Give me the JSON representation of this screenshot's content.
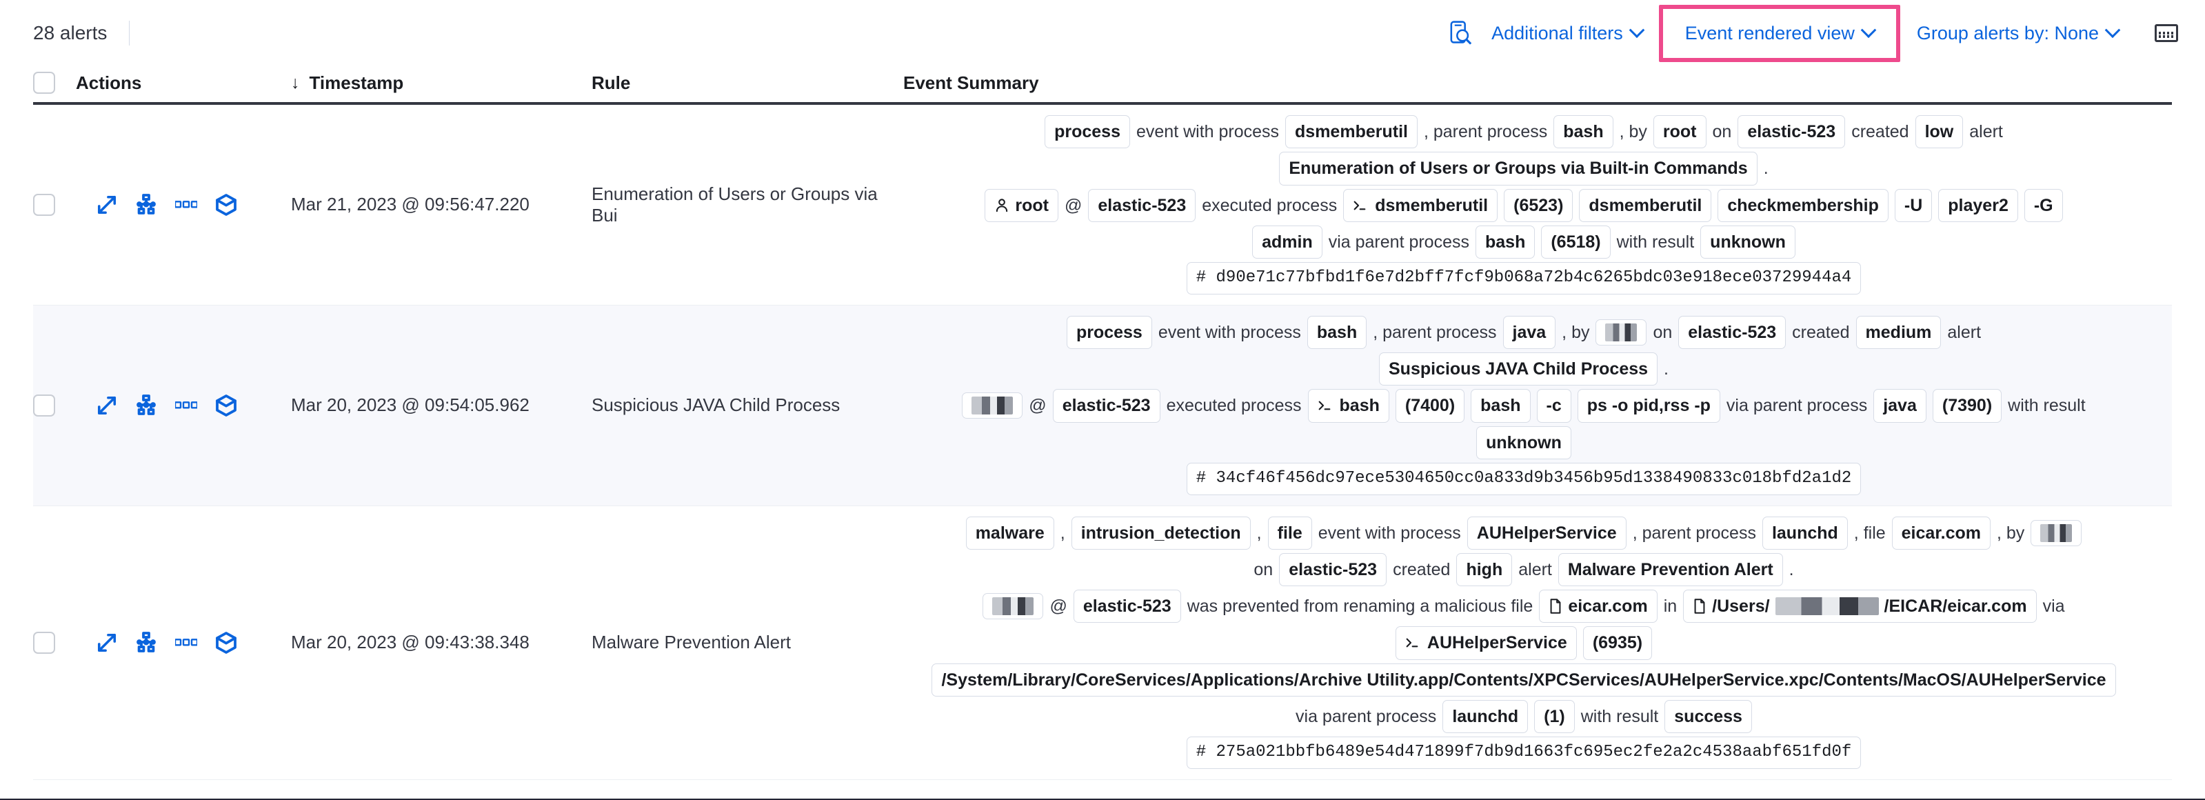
{
  "toolbar": {
    "alert_count": "28 alerts",
    "inspect_icon": "inspect-search-icon",
    "additional_filters": "Additional filters",
    "event_rendered_view": "Event rendered view",
    "group_alerts_by": "Group alerts by: None",
    "keyboard_icon": "keyboard-icon",
    "highlight_color": "#ee4a8c",
    "link_color": "#0b64dd"
  },
  "table": {
    "columns": {
      "actions": "Actions",
      "timestamp": "Timestamp",
      "rule": "Rule",
      "event_summary": "Event Summary",
      "sort_arrow": "↓"
    },
    "row_actions": [
      "expand-icon",
      "analyze-event-icon",
      "more-actions-icon",
      "session-view-icon"
    ],
    "rows": [
      {
        "timestamp": "Mar 21, 2023 @ 09:56:47.220",
        "rule": "Enumeration of Users or Groups via Bui",
        "striped": false,
        "summary_lines": [
          [
            {
              "t": "chip",
              "v": "process"
            },
            {
              "t": "txt",
              "v": "event with process"
            },
            {
              "t": "chip",
              "v": "dsmemberutil"
            },
            {
              "t": "txt",
              "v": ", parent process"
            },
            {
              "t": "chip",
              "v": "bash"
            },
            {
              "t": "txt",
              "v": ", by"
            },
            {
              "t": "chip",
              "v": "root"
            },
            {
              "t": "txt",
              "v": "on"
            },
            {
              "t": "chip",
              "v": "elastic-523"
            },
            {
              "t": "txt",
              "v": "created"
            },
            {
              "t": "chip",
              "v": "low"
            },
            {
              "t": "txt",
              "v": "alert"
            }
          ],
          [
            {
              "t": "chip",
              "v": "Enumeration of Users or Groups via Built-in Commands"
            },
            {
              "t": "txt",
              "v": "."
            }
          ],
          [
            {
              "t": "chip-user",
              "v": "root"
            },
            {
              "t": "txt",
              "v": "@"
            },
            {
              "t": "chip",
              "v": "elastic-523"
            },
            {
              "t": "txt",
              "v": "executed process"
            },
            {
              "t": "chip-proc",
              "v": "dsmemberutil"
            },
            {
              "t": "chip",
              "v": "(6523)"
            },
            {
              "t": "chip",
              "v": "dsmemberutil"
            },
            {
              "t": "chip",
              "v": "checkmembership"
            },
            {
              "t": "chip",
              "v": "-U"
            },
            {
              "t": "chip",
              "v": "player2"
            },
            {
              "t": "chip",
              "v": "-G"
            }
          ],
          [
            {
              "t": "chip",
              "v": "admin"
            },
            {
              "t": "txt",
              "v": "via parent process"
            },
            {
              "t": "chip",
              "v": "bash"
            },
            {
              "t": "chip",
              "v": "(6518)"
            },
            {
              "t": "txt",
              "v": "with result"
            },
            {
              "t": "chip",
              "v": "unknown"
            }
          ],
          [
            {
              "t": "chip-hash",
              "v": "d90e71c77bfbd1f6e7d2bff7fcf9b068a72b4c6265bdc03e918ece03729944a4"
            }
          ]
        ]
      },
      {
        "timestamp": "Mar 20, 2023 @ 09:54:05.962",
        "rule": "Suspicious JAVA Child Process",
        "striped": true,
        "summary_lines": [
          [
            {
              "t": "chip",
              "v": "process"
            },
            {
              "t": "txt",
              "v": "event with process"
            },
            {
              "t": "chip",
              "v": "bash"
            },
            {
              "t": "txt",
              "v": ", parent process"
            },
            {
              "t": "chip",
              "v": "java"
            },
            {
              "t": "txt",
              "v": ", by"
            },
            {
              "t": "chip-redact",
              "v": "redacted-user"
            },
            {
              "t": "txt",
              "v": "on"
            },
            {
              "t": "chip",
              "v": "elastic-523"
            },
            {
              "t": "txt",
              "v": "created"
            },
            {
              "t": "chip",
              "v": "medium"
            },
            {
              "t": "txt",
              "v": "alert"
            }
          ],
          [
            {
              "t": "chip",
              "v": "Suspicious JAVA Child Process"
            },
            {
              "t": "txt",
              "v": "."
            }
          ],
          [
            {
              "t": "chip-redact2",
              "v": "redacted-user"
            },
            {
              "t": "txt",
              "v": "@"
            },
            {
              "t": "chip",
              "v": "elastic-523"
            },
            {
              "t": "txt",
              "v": "executed process"
            },
            {
              "t": "chip-proc",
              "v": "bash"
            },
            {
              "t": "chip",
              "v": "(7400)"
            },
            {
              "t": "chip",
              "v": "bash"
            },
            {
              "t": "chip",
              "v": "-c"
            },
            {
              "t": "chip",
              "v": "ps -o pid,rss -p"
            },
            {
              "t": "txt",
              "v": "via parent process"
            },
            {
              "t": "chip",
              "v": "java"
            },
            {
              "t": "chip",
              "v": "(7390)"
            },
            {
              "t": "txt",
              "v": "with result"
            }
          ],
          [
            {
              "t": "chip",
              "v": "unknown"
            }
          ],
          [
            {
              "t": "chip-hash",
              "v": "34cf46f456dc97ece5304650cc0a833d9b3456b95d1338490833c018bfd2a1d2"
            }
          ]
        ]
      },
      {
        "timestamp": "Mar 20, 2023 @ 09:43:38.348",
        "rule": "Malware Prevention Alert",
        "striped": false,
        "summary_lines": [
          [
            {
              "t": "chip",
              "v": "malware"
            },
            {
              "t": "txt",
              "v": ","
            },
            {
              "t": "chip",
              "v": "intrusion_detection"
            },
            {
              "t": "txt",
              "v": ","
            },
            {
              "t": "chip",
              "v": "file"
            },
            {
              "t": "txt",
              "v": "event with process"
            },
            {
              "t": "chip",
              "v": "AUHelperService"
            },
            {
              "t": "txt",
              "v": ", parent process"
            },
            {
              "t": "chip",
              "v": "launchd"
            },
            {
              "t": "txt",
              "v": ", file"
            },
            {
              "t": "chip",
              "v": "eicar.com"
            },
            {
              "t": "txt",
              "v": ", by"
            },
            {
              "t": "chip-redact",
              "v": "redacted-user"
            }
          ],
          [
            {
              "t": "txt",
              "v": "on"
            },
            {
              "t": "chip",
              "v": "elastic-523"
            },
            {
              "t": "txt",
              "v": "created"
            },
            {
              "t": "chip",
              "v": "high"
            },
            {
              "t": "txt",
              "v": "alert"
            },
            {
              "t": "chip",
              "v": "Malware Prevention Alert"
            },
            {
              "t": "txt",
              "v": "."
            }
          ],
          [
            {
              "t": "chip-redact2",
              "v": "redacted-user"
            },
            {
              "t": "txt",
              "v": "@"
            },
            {
              "t": "chip",
              "v": "elastic-523"
            },
            {
              "t": "txt",
              "v": "was prevented from renaming a malicious file"
            },
            {
              "t": "chip-file",
              "v": "eicar.com"
            },
            {
              "t": "txt",
              "v": "in"
            },
            {
              "t": "chip-file-redact",
              "v": "/Users/",
              "suffix": "/EICAR/eicar.com"
            },
            {
              "t": "txt",
              "v": "via"
            }
          ],
          [
            {
              "t": "chip-proc",
              "v": "AUHelperService"
            },
            {
              "t": "chip",
              "v": "(6935)"
            }
          ],
          [
            {
              "t": "chip-path",
              "v": "/System/Library/CoreServices/Applications/Archive Utility.app/Contents/XPCServices/AUHelperService.xpc/Contents/MacOS/AUHelperService"
            }
          ],
          [
            {
              "t": "txt",
              "v": "via parent process"
            },
            {
              "t": "chip",
              "v": "launchd"
            },
            {
              "t": "chip",
              "v": "(1)"
            },
            {
              "t": "txt",
              "v": "with result"
            },
            {
              "t": "chip",
              "v": "success"
            }
          ],
          [
            {
              "t": "chip-hash",
              "v": "275a021bbfb6489e54d471899f7db9d1663fc695ec2fe2a2c4538aabf651fd0f"
            }
          ]
        ]
      }
    ]
  }
}
